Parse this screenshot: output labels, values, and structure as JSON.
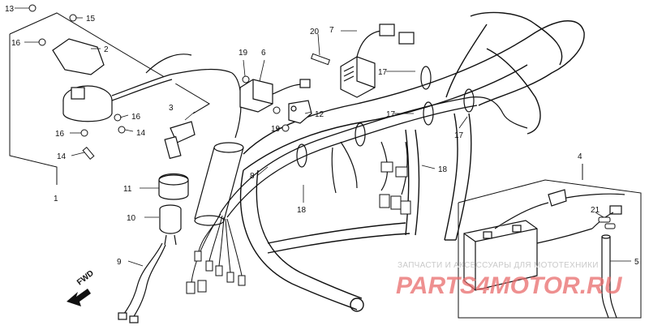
{
  "callouts": [
    {
      "id": "c1",
      "text": "1"
    },
    {
      "id": "c2",
      "text": "2"
    },
    {
      "id": "c3",
      "text": "3"
    },
    {
      "id": "c4",
      "text": "4"
    },
    {
      "id": "c5",
      "text": "5"
    },
    {
      "id": "c6",
      "text": "6"
    },
    {
      "id": "c7",
      "text": "7"
    },
    {
      "id": "c8",
      "text": "8"
    },
    {
      "id": "c9",
      "text": "9"
    },
    {
      "id": "c10",
      "text": "10"
    },
    {
      "id": "c11",
      "text": "11"
    },
    {
      "id": "c12",
      "text": "12"
    },
    {
      "id": "c13",
      "text": "13"
    },
    {
      "id": "c14a",
      "text": "14"
    },
    {
      "id": "c14b",
      "text": "14"
    },
    {
      "id": "c15",
      "text": "15"
    },
    {
      "id": "c16a",
      "text": "16"
    },
    {
      "id": "c16b",
      "text": "16"
    },
    {
      "id": "c16c",
      "text": "16"
    },
    {
      "id": "c17a",
      "text": "17"
    },
    {
      "id": "c17b",
      "text": "17"
    },
    {
      "id": "c17c",
      "text": "17"
    },
    {
      "id": "c18a",
      "text": "18"
    },
    {
      "id": "c18b",
      "text": "18"
    },
    {
      "id": "c19a",
      "text": "19"
    },
    {
      "id": "c19b",
      "text": "19"
    },
    {
      "id": "c20",
      "text": "20"
    },
    {
      "id": "c21",
      "text": "21"
    }
  ],
  "direction_label": "FWD",
  "watermark": {
    "small_text": "ЗАПЧАСТИ И АКСЕССУАРЫ ДЛЯ МОТОТЕХНИКИ",
    "logo_text": "PARTS4MOTOR.RU",
    "logo_text_color": "#e86b6b"
  },
  "colors": {
    "line": "#111111",
    "background": "#ffffff"
  }
}
